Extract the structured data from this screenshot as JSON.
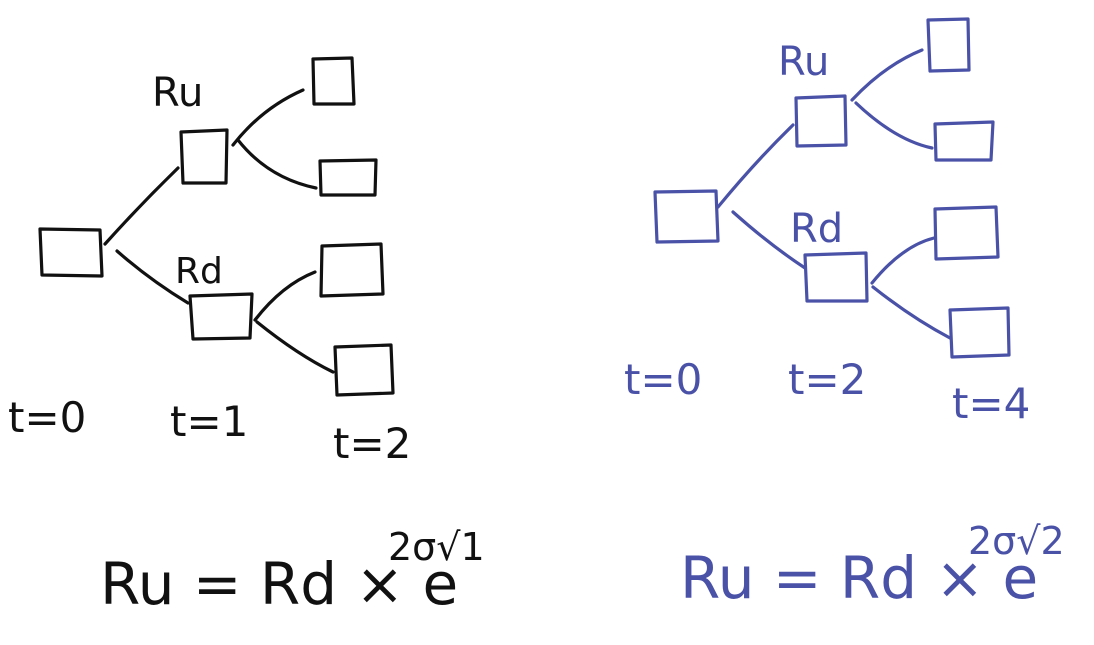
{
  "colors": {
    "left_ink": "#111111",
    "right_ink": "#4a52a8",
    "background": "#ffffff"
  },
  "left_tree": {
    "label_up": "Ru",
    "label_down": "Rd",
    "time_labels": [
      "t=0",
      "t=1",
      "t=2"
    ],
    "formula": {
      "base": "Ru = Rd × e",
      "exponent": "2σ√1"
    }
  },
  "right_tree": {
    "label_up": "Ru",
    "label_down": "Rd",
    "time_labels": [
      "t=0",
      "t=2",
      "t=4"
    ],
    "formula": {
      "base": "Ru = Rd × e",
      "exponent": "2σ√2"
    }
  }
}
